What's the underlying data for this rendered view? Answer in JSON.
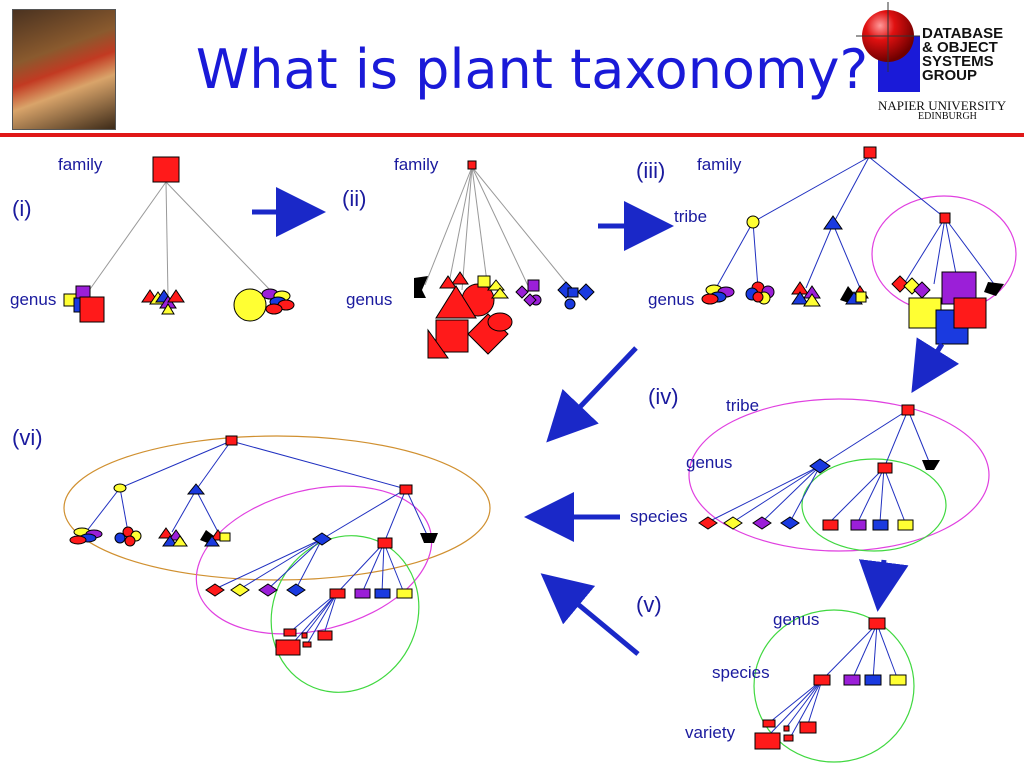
{
  "slide": {
    "title": "What is plant taxonomy?"
  },
  "logo": {
    "lines": [
      "DATABASE",
      "& OBJECT",
      "SYSTEMS",
      "GROUP"
    ],
    "university": "NAPIER UNIVERSITY",
    "city": "EDINBURGH"
  },
  "panels": {
    "i": "(i)",
    "ii": "(ii)",
    "iii": "(iii)",
    "iv": "(iv)",
    "v": "(v)",
    "vi": "(vi)"
  },
  "labels": {
    "family": "family",
    "genus": "genus",
    "tribe": "tribe",
    "species": "species",
    "variety": "variety"
  },
  "colors": {
    "red": "#ff1a1a",
    "yellow": "#ffff33",
    "purple": "#9b1fd8",
    "blue": "#1a3ae0",
    "black": "#000000",
    "arrow": "#1a28c8",
    "edge_blue": "#2030c0",
    "ellipse_pink": "#e040e0",
    "ellipse_green": "#40d840",
    "ellipse_gold": "#d09030"
  }
}
